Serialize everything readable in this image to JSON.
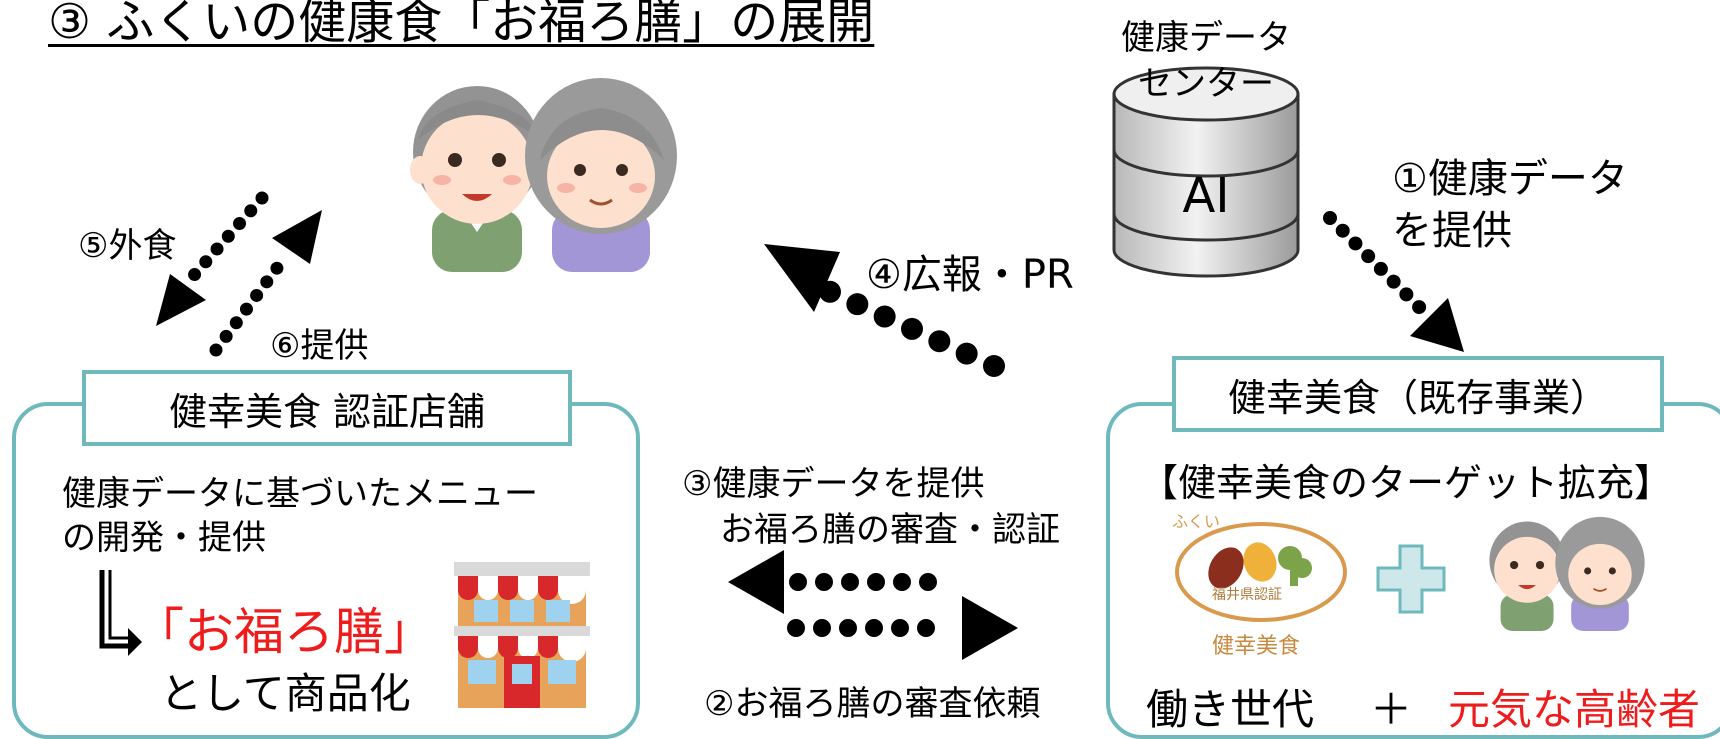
{
  "title": "③ ふくいの健康食「お福ろ膳」の展開",
  "db": {
    "name_line1": "健康データ",
    "name_line2": "センター",
    "ai_label": "AI"
  },
  "flows": {
    "step1_line1": "①健康データ",
    "step1_line2": "を提供",
    "step4": "④広報・PR",
    "step5": "⑤外食",
    "step6": "⑥提供",
    "step3_line1": "③健康データを提供",
    "step3_line2": "お福ろ膳の審査・認証",
    "step2": "②お福ろ膳の審査依頼"
  },
  "left_panel": {
    "tag": "健幸美食 認証店舗",
    "desc_line1": "健康データに基づいたメニュー",
    "desc_line2": "の開発・提供",
    "product_name": "「お福ろ膳」",
    "product_suffix": "として商品化"
  },
  "right_panel": {
    "tag": "健幸美食（既存事業）",
    "heading": "【健幸美食のターゲット拡充】",
    "logo_top": "ふくい",
    "logo_cert": "福井県認証",
    "logo_name": "健幸美食",
    "bottom_left": "働き世代",
    "bottom_plus": "＋",
    "bottom_right": "元気な高齢者"
  },
  "colors": {
    "teal": "#6fb9bd",
    "red": "#ee1c1c",
    "plus_cross": "#cde7ea"
  }
}
